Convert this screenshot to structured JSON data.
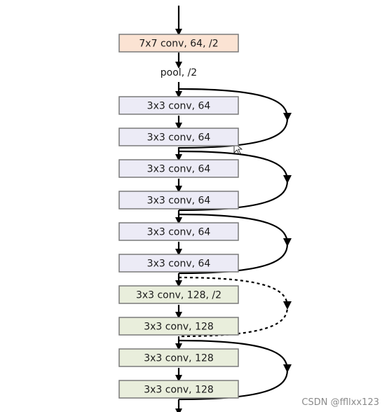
{
  "layers": [
    {
      "label": "7x7 conv, 64, /2",
      "fill": "#fbe3d3"
    },
    {
      "label": "3x3 conv, 64",
      "fill": "#ecebf6"
    },
    {
      "label": "3x3 conv, 64",
      "fill": "#ecebf6"
    },
    {
      "label": "3x3 conv, 64",
      "fill": "#ecebf6"
    },
    {
      "label": "3x3 conv, 64",
      "fill": "#ecebf6"
    },
    {
      "label": "3x3 conv, 64",
      "fill": "#ecebf6"
    },
    {
      "label": "3x3 conv, 64",
      "fill": "#ecebf6"
    },
    {
      "label": "3x3 conv, 128, /2",
      "fill": "#e9eedc"
    },
    {
      "label": "3x3 conv, 128",
      "fill": "#e9eedc"
    },
    {
      "label": "3x3 conv, 128",
      "fill": "#e9eedc"
    },
    {
      "label": "3x3 conv, 128",
      "fill": "#e9eedc"
    }
  ],
  "pool_label": "pool, /2",
  "watermark": "CSDN @ffllxx123",
  "colors": {
    "line": "#000000",
    "box_border": "#7a7a7a"
  }
}
